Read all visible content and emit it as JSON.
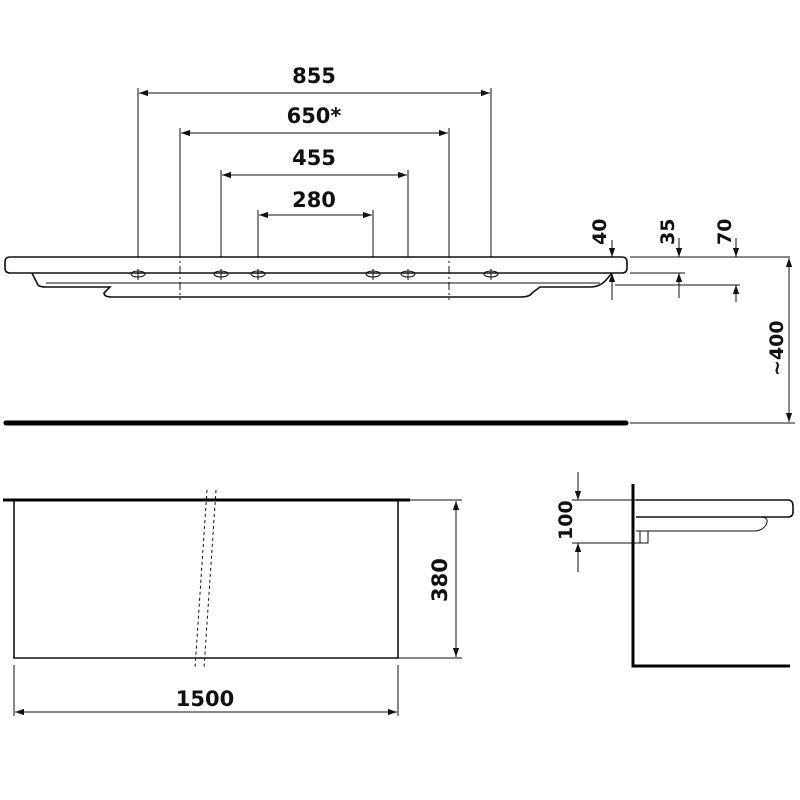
{
  "top_view": {
    "dims": {
      "d855": "855",
      "d650": "650*",
      "d455": "455",
      "d280": "280"
    },
    "right_dims": {
      "d40": "40",
      "d35": "35",
      "d70": "70",
      "d400": "~400"
    }
  },
  "front_view": {
    "width": "1500",
    "height": "380"
  },
  "side_view": {
    "height": "100"
  }
}
